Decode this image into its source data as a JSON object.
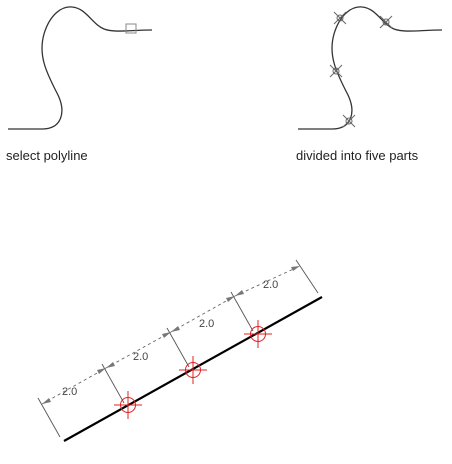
{
  "captions": {
    "left": "select polyline",
    "right": "divided into five parts"
  },
  "dimensions": {
    "segment_labels": [
      "2.0",
      "2.0",
      "2.0",
      "2.0"
    ]
  },
  "colors": {
    "line": "#333333",
    "marker": "#e02020",
    "dimension": "#555555"
  },
  "icons": {
    "pickbox": "square-pickbox-icon",
    "node": "x-node-marker-icon",
    "point": "red-point-marker-icon"
  }
}
